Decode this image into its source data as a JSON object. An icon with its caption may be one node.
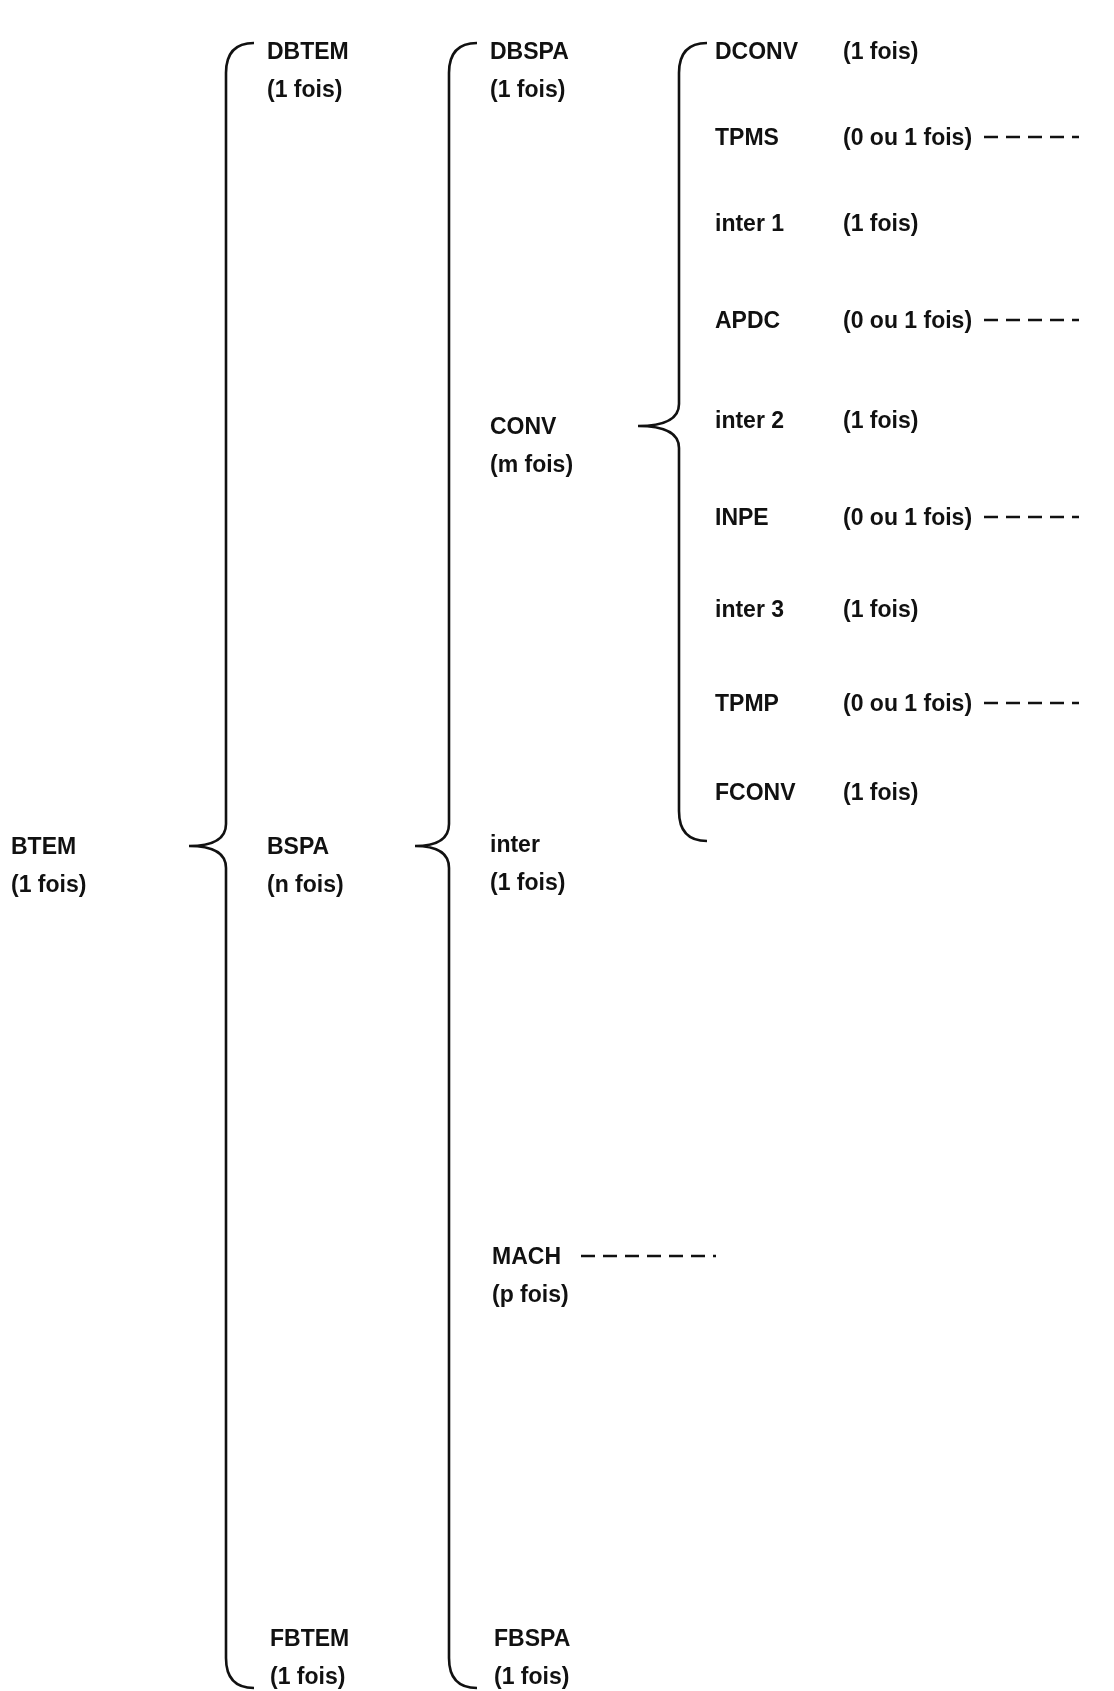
{
  "diagram": {
    "nodes": [
      {
        "text": [
          "BTEM",
          "(1 fois)"
        ]
      },
      {
        "text": [
          "DBTEM",
          "(1 fois)"
        ]
      },
      {
        "text": [
          "BSPA",
          "(n fois)"
        ]
      },
      {
        "text": [
          "FBTEM",
          "(1 fois)"
        ]
      },
      {
        "text": [
          "DBSPA",
          "(1 fois)"
        ]
      },
      {
        "text": [
          "CONV",
          "(m fois)"
        ]
      },
      {
        "text": [
          "inter",
          "(1 fois)"
        ]
      },
      {
        "text": [
          "MACH",
          "(p fois)"
        ]
      },
      {
        "text": [
          "FBSPA",
          "(1 fois)"
        ]
      },
      {
        "text": [
          "DCONV",
          "(1 fois)"
        ]
      },
      {
        "text": [
          "TPMS",
          "(0 ou 1 fois)"
        ]
      },
      {
        "text": [
          "inter 1",
          "(1 fois)"
        ]
      },
      {
        "text": [
          "APDC",
          "(0 ou 1 fois)"
        ]
      },
      {
        "text": [
          "inter 2",
          "(1 fois)"
        ]
      },
      {
        "text": [
          "INPE",
          "(0 ou 1 fois)"
        ]
      },
      {
        "text": [
          "inter 3",
          "(1 fois)"
        ]
      },
      {
        "text": [
          "TPMP",
          "(0 ou 1 fois)"
        ]
      },
      {
        "text": [
          "FCONV",
          "(1 fois)"
        ]
      }
    ],
    "edges": [
      {
        "from": 10,
        "to": null,
        "arrow": "none",
        "style": "dashed"
      },
      {
        "from": 12,
        "to": null,
        "arrow": "none",
        "style": "dashed"
      },
      {
        "from": 14,
        "to": null,
        "arrow": "none",
        "style": "dashed"
      },
      {
        "from": 16,
        "to": null,
        "arrow": "none",
        "style": "dashed"
      },
      {
        "from": 7,
        "to": null,
        "arrow": "none",
        "style": "dashed"
      }
    ]
  }
}
